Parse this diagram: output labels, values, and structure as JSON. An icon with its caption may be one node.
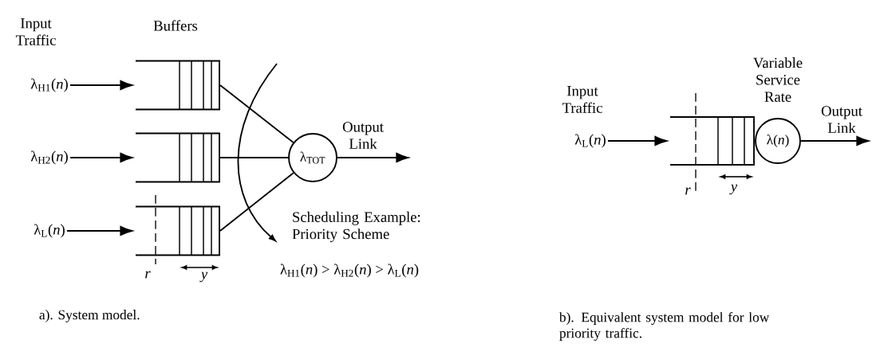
{
  "diagram": {
    "nodes": [
      {
        "text": [
          "λ$_{H1}$(*n*)"
        ]
      },
      {
        "text": [],
        "shape": "box"
      },
      {
        "text": [
          "λ$_{H2}$(*n*)"
        ]
      },
      {
        "text": [],
        "shape": "box"
      },
      {
        "text": [
          "λ$_{L}$(*n*)"
        ]
      },
      {
        "text": [],
        "shape": "box"
      },
      {
        "text": [
          "λ$_{TOT}$"
        ]
      },
      {
        "text": [
          "λ$_{L}$(*n*)"
        ]
      },
      {
        "text": [],
        "shape": "box"
      },
      {
        "text": [
          "λ(*n*)"
        ],
        "beside": [
          "Variable Service Rate"
        ]
      }
    ],
    "edges": [
      {
        "from": 0,
        "to": 1,
        "arrow": "to"
      },
      {
        "from": 2,
        "to": 3,
        "arrow": "to"
      },
      {
        "from": 4,
        "to": 5,
        "arrow": "to"
      },
      {
        "from": 1,
        "to": 6,
        "arrow": "none"
      },
      {
        "from": 3,
        "to": 6,
        "arrow": "none"
      },
      {
        "from": 5,
        "to": 6,
        "arrow": "none"
      },
      {
        "from": 6,
        "to": null,
        "arrow": "to",
        "label": "Output Link"
      },
      {
        "from": 7,
        "to": 8,
        "arrow": "to"
      },
      {
        "from": 9,
        "to": null,
        "arrow": "to",
        "label": "Output Link"
      }
    ],
    "labels": [
      "Input Traffic",
      "Buffers",
      "Scheduling Example: Priority Scheme",
      "r",
      "y",
      "λ$_{H1}$(*n*) > λ$_{H2}$(*n*) > λ$_{L}$(*n*)",
      "Input Traffic",
      "r",
      "y",
      "a). System model.",
      "b). Equivalent system model for low priority traffic."
    ]
  }
}
